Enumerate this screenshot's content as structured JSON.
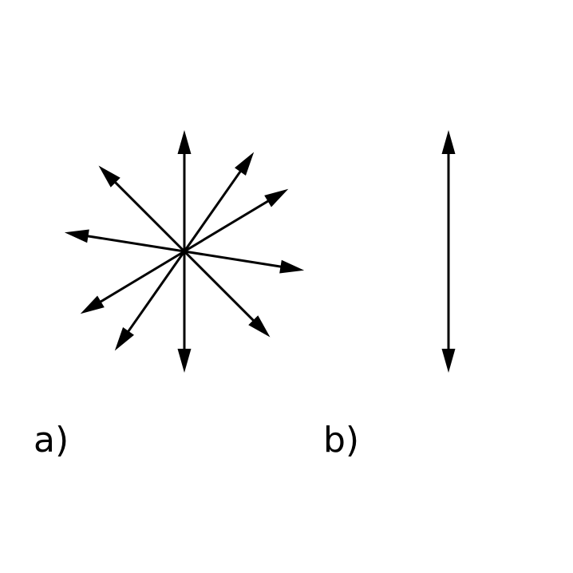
{
  "panels": [
    {
      "label": "a)",
      "description_kind": "unpolarized",
      "arrow_directions_deg": [
        90,
        270,
        135,
        315,
        55,
        235,
        31,
        211,
        171,
        351
      ]
    },
    {
      "label": "b)",
      "description_kind": "polarized",
      "arrow_directions_deg": [
        90,
        270
      ]
    }
  ],
  "colors": {
    "arrow": "#000000",
    "background": "#ffffff"
  }
}
